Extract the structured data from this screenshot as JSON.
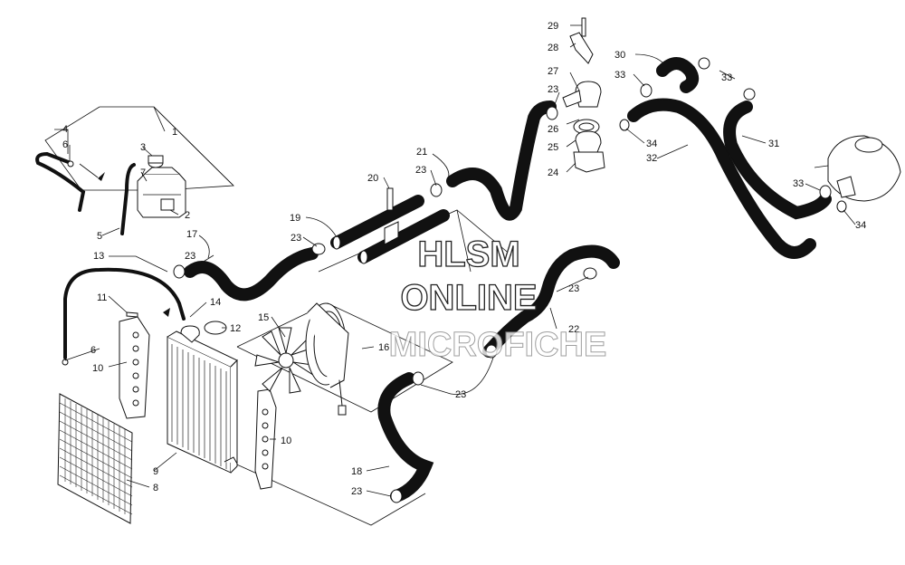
{
  "watermark": {
    "line1": "HLSM",
    "line2": "ONLINE",
    "line3": "MICROFICHE"
  },
  "parts": [
    "1",
    "2",
    "3",
    "4",
    "5",
    "6",
    "7",
    "8",
    "9",
    "10",
    "11",
    "12",
    "13",
    "14",
    "15",
    "16",
    "17",
    "18",
    "19",
    "20",
    "21",
    "22",
    "23",
    "24",
    "25",
    "26",
    "27",
    "28",
    "29",
    "30",
    "31",
    "32",
    "33",
    "34"
  ],
  "labels": [
    {
      "id": "1",
      "text": "1"
    },
    {
      "id": "2",
      "text": "2"
    },
    {
      "id": "3",
      "text": "3"
    },
    {
      "id": "4",
      "text": "4"
    },
    {
      "id": "5",
      "text": "5"
    },
    {
      "id": "6a",
      "text": "6"
    },
    {
      "id": "6b",
      "text": "6"
    },
    {
      "id": "7",
      "text": "7"
    },
    {
      "id": "8",
      "text": "8"
    },
    {
      "id": "9",
      "text": "9"
    },
    {
      "id": "10a",
      "text": "10"
    },
    {
      "id": "10b",
      "text": "10"
    },
    {
      "id": "11",
      "text": "11"
    },
    {
      "id": "12",
      "text": "12"
    },
    {
      "id": "13",
      "text": "13"
    },
    {
      "id": "14",
      "text": "14"
    },
    {
      "id": "15",
      "text": "15"
    },
    {
      "id": "16",
      "text": "16"
    },
    {
      "id": "17",
      "text": "17"
    },
    {
      "id": "18",
      "text": "18"
    },
    {
      "id": "19",
      "text": "19"
    },
    {
      "id": "20",
      "text": "20"
    },
    {
      "id": "21",
      "text": "21"
    },
    {
      "id": "22",
      "text": "22"
    },
    {
      "id": "23a",
      "text": "23"
    },
    {
      "id": "23b",
      "text": "23"
    },
    {
      "id": "23c",
      "text": "23"
    },
    {
      "id": "23d",
      "text": "23"
    },
    {
      "id": "23e",
      "text": "23"
    },
    {
      "id": "23f",
      "text": "23"
    },
    {
      "id": "23g",
      "text": "23"
    },
    {
      "id": "24",
      "text": "24"
    },
    {
      "id": "25",
      "text": "25"
    },
    {
      "id": "26",
      "text": "26"
    },
    {
      "id": "27",
      "text": "27"
    },
    {
      "id": "28",
      "text": "28"
    },
    {
      "id": "29",
      "text": "29"
    },
    {
      "id": "30",
      "text": "30"
    },
    {
      "id": "31",
      "text": "31"
    },
    {
      "id": "32",
      "text": "32"
    },
    {
      "id": "33a",
      "text": "33"
    },
    {
      "id": "33b",
      "text": "33"
    },
    {
      "id": "33c",
      "text": "33"
    },
    {
      "id": "34a",
      "text": "34"
    },
    {
      "id": "34b",
      "text": "34"
    }
  ]
}
